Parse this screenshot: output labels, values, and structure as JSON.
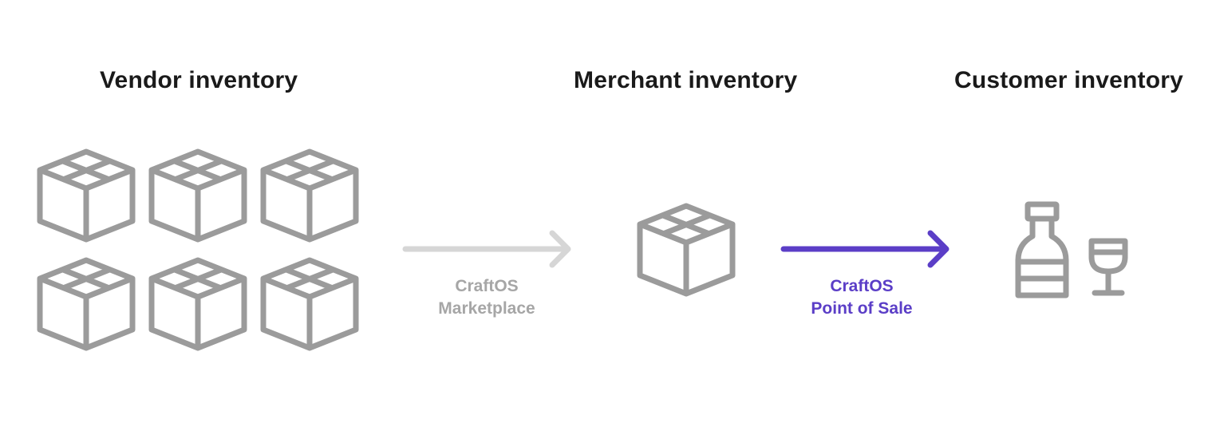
{
  "headings": {
    "vendor": "Vendor inventory",
    "merchant": "Merchant inventory",
    "customer": "Customer inventory"
  },
  "flows": {
    "marketplace": {
      "line1": "CraftOS",
      "line2": "Marketplace",
      "color": "#d6d6d6",
      "text_color": "#a6a6a6"
    },
    "pos": {
      "line1": "CraftOS",
      "line2": "Point of Sale",
      "color": "#5b3ec7",
      "text_color": "#5b3ec7"
    }
  },
  "icons": {
    "vendor_boxes": "box-icon",
    "vendor_box_count": 6,
    "merchant_box": "box-icon",
    "bottle": "bottle-icon",
    "glass": "wine-glass-icon"
  },
  "colors": {
    "icon_gray": "#9b9b9b",
    "heading": "#1a1a1a",
    "accent": "#5b3ec7"
  }
}
